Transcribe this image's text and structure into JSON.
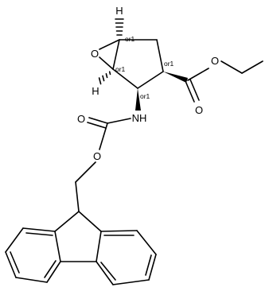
{
  "molecule": {
    "atoms": {
      "o_epoxide": "O",
      "o_ester_ether": "O",
      "o_ester_carbonyl": "O",
      "n_carbamate": "NH",
      "o_carbamate_carbonyl": "O",
      "o_carbamate_ether": "O",
      "h_top": "H",
      "h_left": "H"
    },
    "stereo_labels": {
      "top_carbon": "or1",
      "epoxide_carbon": "or1",
      "ester_carbon": "or1",
      "amine_carbon": "or1"
    }
  }
}
